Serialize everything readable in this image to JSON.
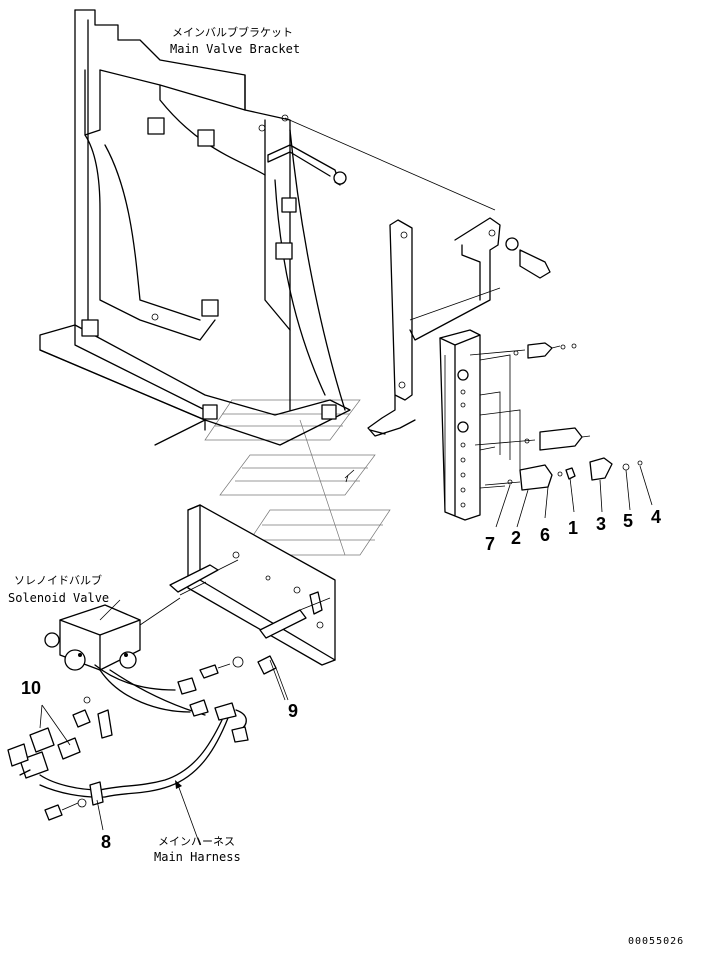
{
  "callouts": {
    "main_valve_bracket": {
      "jp": "メインバルブブラケット",
      "en": "Main Valve Bracket"
    },
    "solenoid_valve": {
      "jp": "ソレノイドバルブ",
      "en": "Solenoid Valve"
    },
    "main_harness": {
      "jp": "メインハーネス",
      "en": "Main Harness"
    }
  },
  "part_numbers": {
    "p1": "1",
    "p2": "2",
    "p3": "3",
    "p4": "4",
    "p5": "5",
    "p6": "6",
    "p7": "7",
    "p8": "8",
    "p9": "9",
    "p10": "10"
  },
  "document_number": "00055026"
}
